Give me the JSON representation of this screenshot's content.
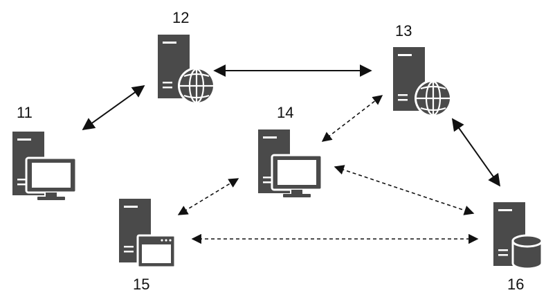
{
  "diagram": {
    "colors": {
      "device": "#4a4a4a",
      "light": "#ffffff",
      "arrow": "#111111"
    },
    "nodes": [
      {
        "id": "n11",
        "label": "11",
        "kind": "server-with-monitor",
        "icon": "server-monitor-icon"
      },
      {
        "id": "n12",
        "label": "12",
        "kind": "server-with-globe",
        "icon": "server-globe-icon"
      },
      {
        "id": "n13",
        "label": "13",
        "kind": "server-with-globe",
        "icon": "server-globe-icon"
      },
      {
        "id": "n14",
        "label": "14",
        "kind": "server-with-monitor",
        "icon": "server-monitor-icon"
      },
      {
        "id": "n15",
        "label": "15",
        "kind": "server-with-browser-window",
        "icon": "server-browser-icon"
      },
      {
        "id": "n16",
        "label": "16",
        "kind": "server-with-database",
        "icon": "server-database-icon"
      }
    ],
    "edges": [
      {
        "from": "n11",
        "to": "n12",
        "style": "solid",
        "direction": "both"
      },
      {
        "from": "n12",
        "to": "n13",
        "style": "solid",
        "direction": "both"
      },
      {
        "from": "n13",
        "to": "n16",
        "style": "solid",
        "direction": "both"
      },
      {
        "from": "n14",
        "to": "n13",
        "style": "dashed",
        "direction": "both"
      },
      {
        "from": "n14",
        "to": "n15",
        "style": "dashed",
        "direction": "both"
      },
      {
        "from": "n14",
        "to": "n16",
        "style": "dashed",
        "direction": "both"
      },
      {
        "from": "n15",
        "to": "n16",
        "style": "dashed",
        "direction": "both"
      }
    ]
  }
}
